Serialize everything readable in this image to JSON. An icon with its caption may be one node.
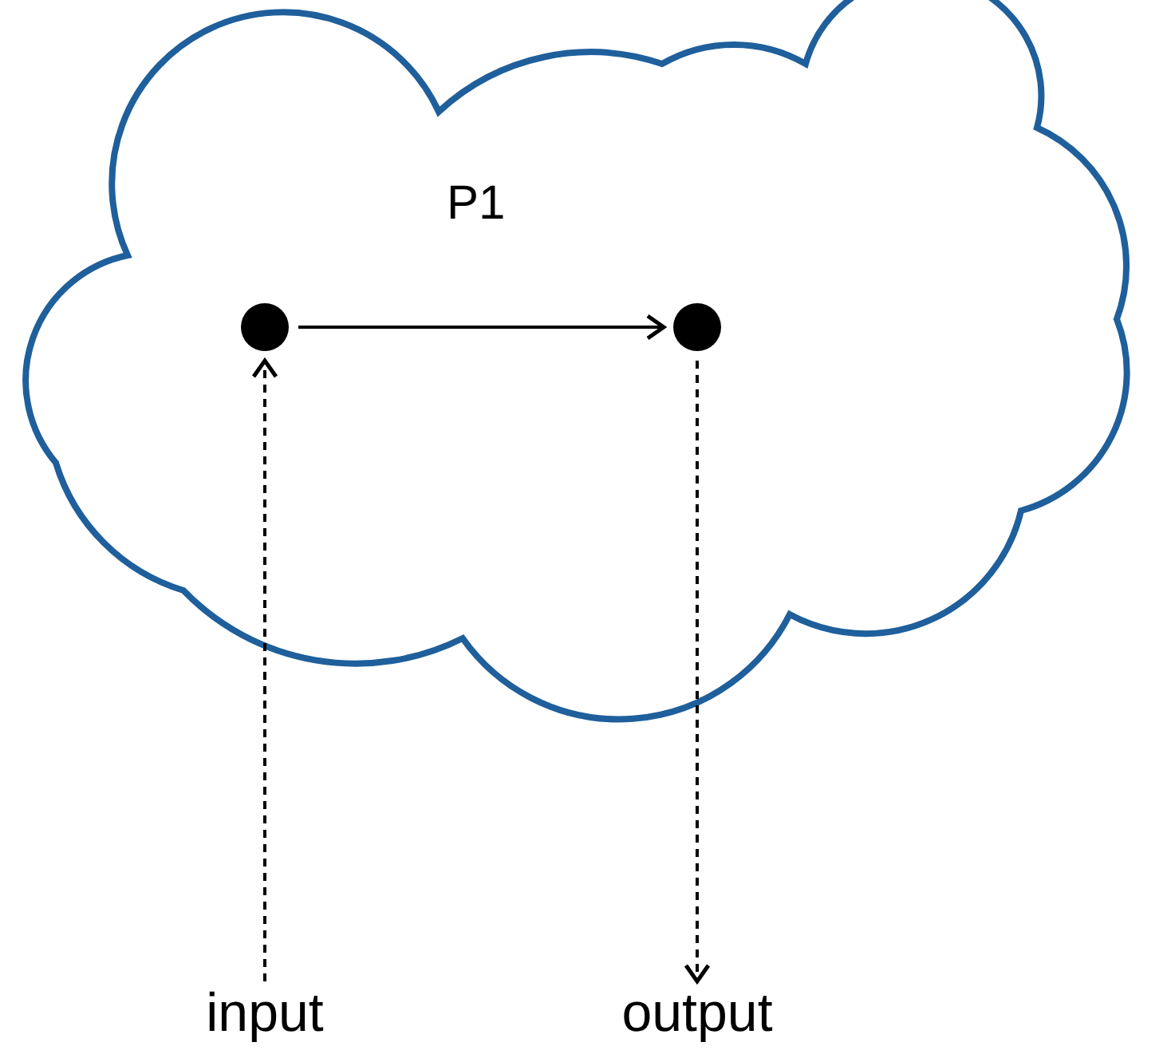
{
  "diagram": {
    "nodes": [
      {
        "text": [
          "P1"
        ]
      },
      {
        "text": [],
        "shape": "circle",
        "in": 0
      },
      {
        "text": [],
        "shape": "circle",
        "in": 0
      },
      {
        "text": [
          "input"
        ]
      },
      {
        "text": [
          "output"
        ]
      }
    ],
    "edges": [
      {
        "from": 1,
        "to": 2,
        "arrow": "to"
      },
      {
        "from": 3,
        "to": 1,
        "arrow": "to",
        "style": "dashed"
      },
      {
        "from": 2,
        "to": 4,
        "arrow": "to",
        "style": "dashed"
      }
    ]
  }
}
